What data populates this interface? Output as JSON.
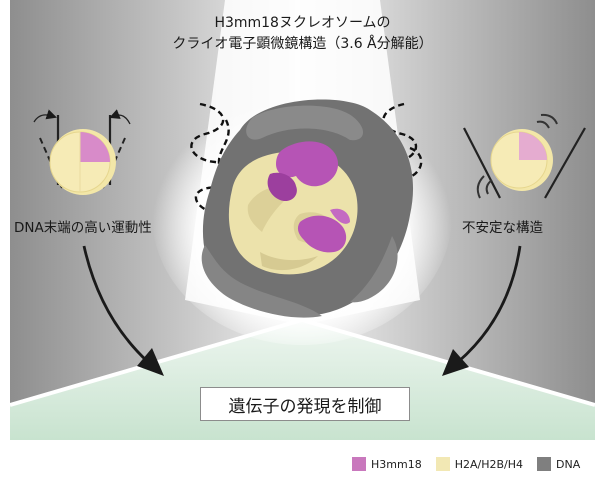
{
  "title": {
    "line1": "H3mm18ヌクレオソームの",
    "line2": "クライオ電子顕微鏡構造（3.6 Å分解能）"
  },
  "labels": {
    "left": "DNA末端の高い運動性",
    "right": "不安定な構造"
  },
  "center_box": "遺伝子の発現を制御",
  "legend": [
    {
      "label": "H3mm18",
      "color": "#c978bd"
    },
    {
      "label": "H2A/H2B/H4",
      "color": "#f2e8b4"
    },
    {
      "label": "DNA",
      "color": "#7f7f7f"
    }
  ],
  "colors": {
    "h3mm18": "#b654b5",
    "histone": "#ece2ab",
    "dna_density": "#707070",
    "footer_green": "#cfe6d6"
  }
}
